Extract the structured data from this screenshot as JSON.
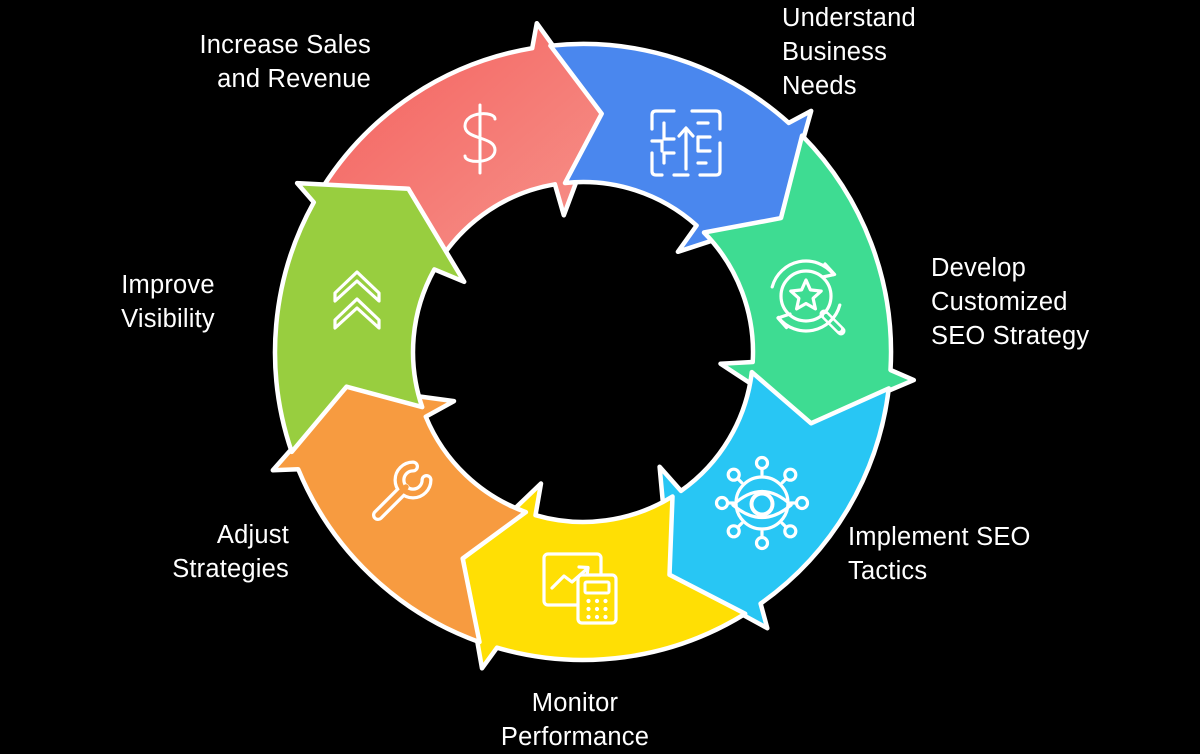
{
  "background_color": "#000000",
  "diagram": {
    "type": "circular-cycle-arrows",
    "flow": "clockwise",
    "outline_color": "#FFFFFF",
    "text_color": "#FFFFFF",
    "segments": [
      {
        "id": "increase-sales",
        "label": "Increase Sales and Revenue",
        "label_lines": [
          "Increase Sales",
          "and Revenue"
        ],
        "color": "#F4605D",
        "color_light": "#F6938B",
        "icon": "dollar-icon"
      },
      {
        "id": "understand-needs",
        "label": "Understand Business Needs",
        "label_lines": [
          "Understand",
          "Business",
          "Needs"
        ],
        "color": "#4A87EE",
        "icon": "maze-strategy-icon"
      },
      {
        "id": "develop-strategy",
        "label": "Develop Customized SEO Strategy",
        "label_lines": [
          "Develop",
          "Customized",
          "SEO Strategy"
        ],
        "color": "#3EDC92",
        "icon": "search-star-icon"
      },
      {
        "id": "implement-tactics",
        "label": "Implement SEO Tactics",
        "label_lines": [
          "Implement SEO",
          "Tactics"
        ],
        "color": "#28C6F4",
        "icon": "eye-network-icon"
      },
      {
        "id": "monitor-performance",
        "label": "Monitor Performance",
        "label_lines": [
          "Monitor",
          "Performance"
        ],
        "color": "#FFDF04",
        "icon": "chart-calculator-icon"
      },
      {
        "id": "adjust-strategies",
        "label": "Adjust Strategies",
        "label_lines": [
          "Adjust",
          "Strategies"
        ],
        "color": "#F79B40",
        "icon": "wrench-icon"
      },
      {
        "id": "improve-visibility",
        "label": "Improve Visibility",
        "label_lines": [
          "Improve",
          "Visibility"
        ],
        "color": "#98CE3F",
        "icon": "double-chevron-up-icon"
      }
    ]
  }
}
